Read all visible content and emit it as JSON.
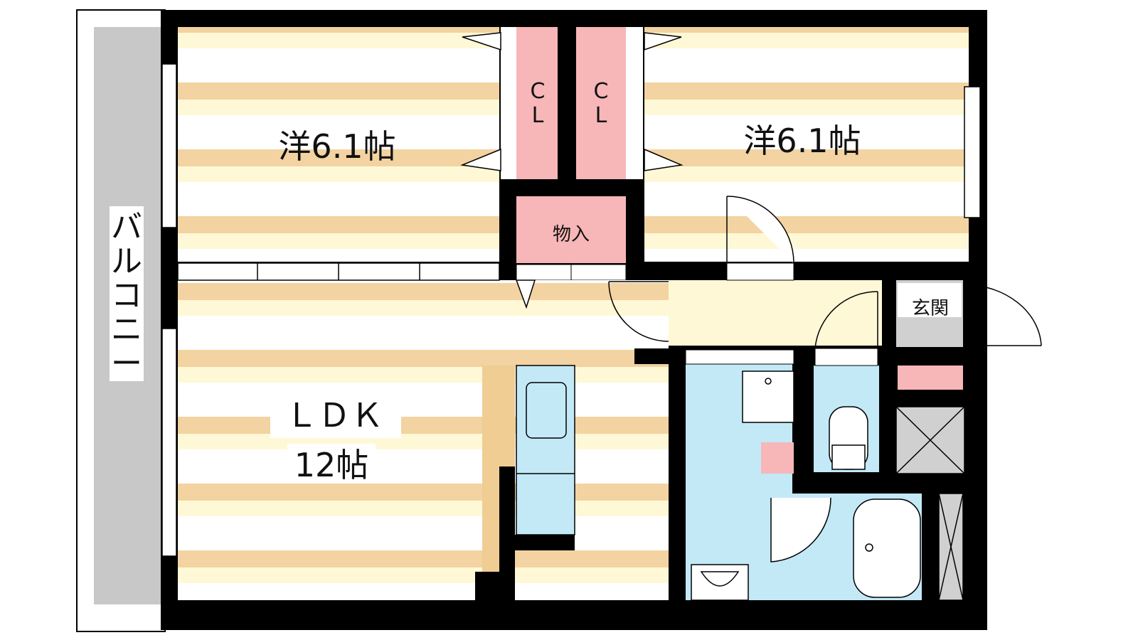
{
  "rooms": {
    "western_room_left": {
      "label": "洋6.1帖"
    },
    "western_room_right": {
      "label": "洋6.1帖"
    },
    "closet_left": {
      "label_top": "C",
      "label_bottom": "L"
    },
    "closet_right": {
      "label_top": "C",
      "label_bottom": "L"
    },
    "storage": {
      "label": "物入"
    },
    "ldk": {
      "label_line1": "ＬＤＫ",
      "label_line2": "12帖"
    },
    "entrance": {
      "label": "玄関"
    },
    "balcony": {
      "chars": [
        "バ",
        "ル",
        "コ",
        "ニ",
        "ー"
      ]
    }
  },
  "colors": {
    "wall": "#000000",
    "floor_stripe": "#f2d3a1",
    "floor_stripe_light": "#fff8d6",
    "closet_pink": "#f7b6b8",
    "wet_area_blue": "#c3e9f7",
    "hall_yellow": "#fff8d6",
    "balcony_gray": "#c8c8c8",
    "counter_tan": "#efcd93",
    "entrance_gray": "#d0d0d0"
  }
}
